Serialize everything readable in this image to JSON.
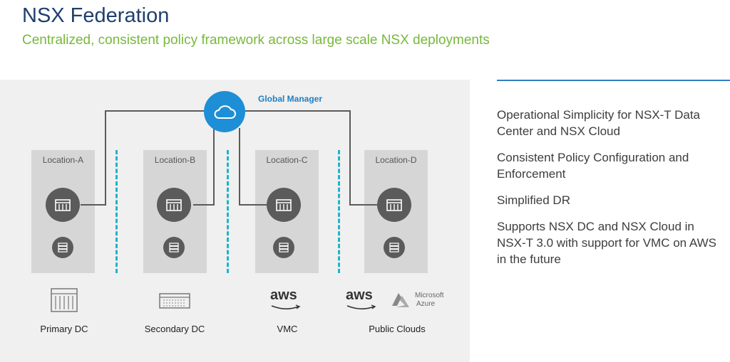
{
  "header": {
    "title": "NSX Federation",
    "subtitle": "Centralized, consistent policy framework across large scale NSX deployments"
  },
  "diagram": {
    "global_manager": "Global Manager",
    "locations": [
      {
        "label": "Location-A"
      },
      {
        "label": "Location-B"
      },
      {
        "label": "Location-C"
      },
      {
        "label": "Location-D"
      }
    ],
    "bottom": [
      {
        "label": "Primary DC"
      },
      {
        "label": "Secondary DC"
      },
      {
        "label": "VMC",
        "logo": "aws"
      },
      {
        "label": "Public Clouds",
        "logos": [
          "aws",
          "Microsoft Azure"
        ]
      }
    ],
    "logos": {
      "aws": "aws",
      "azure_line1": "Microsoft",
      "azure_line2": "Azure"
    }
  },
  "bullets": [
    "Operational Simplicity for NSX-T Data Center and NSX Cloud",
    "Consistent Policy Configuration and Enforcement",
    "Simplified DR",
    "Supports NSX DC and NSX Cloud in NSX-T 3.0 with support for VMC on AWS in the future"
  ],
  "colors": {
    "title": "#1f3f6e",
    "subtitle": "#78b83c",
    "accent_blue": "#1e8fd6",
    "divider_teal": "#1fb3c9",
    "node_gray": "#5b5b5b"
  }
}
